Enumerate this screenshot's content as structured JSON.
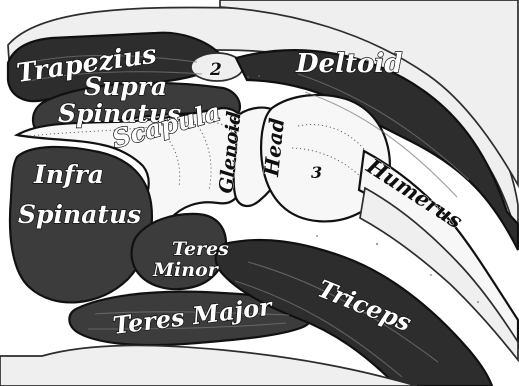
{
  "image": {
    "background_color": "#ffffff",
    "ink_color": "#111111",
    "muscle_color": "#3c3c3c",
    "bone_color": "#f7f7f7",
    "fat_color": "#efefef"
  },
  "labels": {
    "trapezius": "Trapezius",
    "number_two": "2",
    "deltoid": "Deltoid",
    "supra": "Supra",
    "spinatus_top": "Spinatus",
    "scapula": "Scapula",
    "glenoid": "Glenoid",
    "head": "Head",
    "number_three": "3",
    "humerus": "Humerus",
    "infra": "Infra",
    "spinatus_bottom": "Spinatus",
    "teres": "Teres",
    "minor": "Minor",
    "teres_major": "Teres Major",
    "triceps": "Triceps"
  }
}
